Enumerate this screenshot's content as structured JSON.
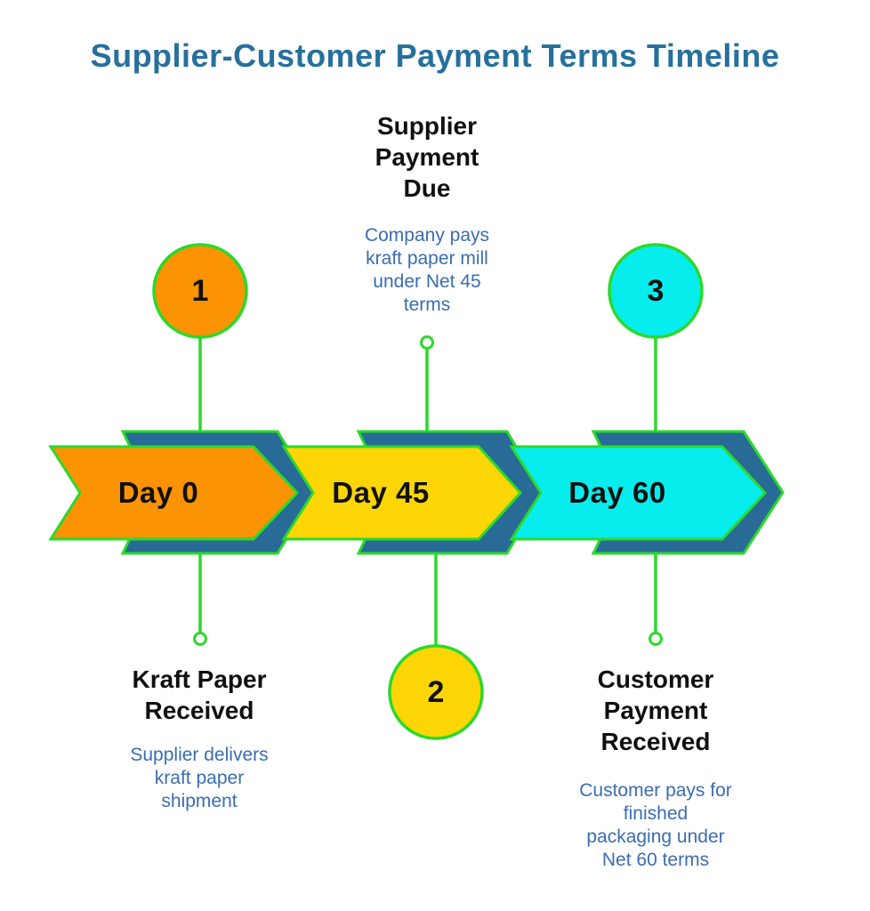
{
  "title": "Supplier-Customer Payment Terms Timeline",
  "colors": {
    "background": "#FFFFFF",
    "title_text": "#26709C",
    "heading_text": "#101010",
    "description_text": "#3A6DB2",
    "accent_green": "#2BD92B",
    "banner_blue": "#276B96",
    "milestone_orange": "#FB9304",
    "milestone_yellow": "#FFD605",
    "milestone_cyan": "#07EDED"
  },
  "milestones": [
    {
      "step": "1",
      "day_label": "Day 0",
      "heading": "Kraft Paper\nReceived",
      "description": "Supplier delivers\nkraft paper\nshipment"
    },
    {
      "step": "2",
      "day_label": "Day 45",
      "heading": "Supplier\nPayment\nDue",
      "description": "Company pays\nkraft paper mill\nunder Net 45\nterms"
    },
    {
      "step": "3",
      "day_label": "Day 60",
      "heading": "Customer\nPayment\nReceived",
      "description": "Customer pays for\nfinished\npackaging under\nNet 60 terms"
    }
  ]
}
